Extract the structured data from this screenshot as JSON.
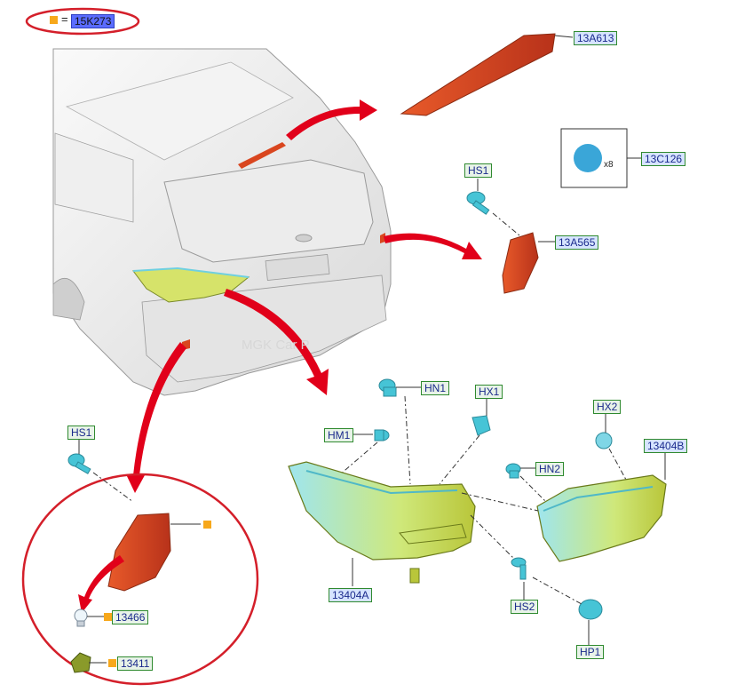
{
  "legend": {
    "equals": "=",
    "code": "15K273",
    "marker_color": "#f7a81b"
  },
  "callouts": {
    "c13A613": "13A613",
    "c13C126": "13C126",
    "qty": "x8",
    "cHS1_top": "HS1",
    "c13A565": "13A565",
    "cHN1": "HN1",
    "cHX1": "HX1",
    "cHM1": "HM1",
    "cHX2": "HX2",
    "c13404B": "13404B",
    "cHN2": "HN2",
    "cHS1_left": "HS1",
    "c13404A": "13404A",
    "cHS2": "HS2",
    "cHP1": "HP1",
    "c13466": "13466",
    "c13411": "13411"
  },
  "watermark": "MGK Car P",
  "colors": {
    "highlight_red": "#e1001a",
    "part_red": "#d9461f",
    "lamp_yellow": "#d8dc3a",
    "lamp_cyan": "#7fd6e6",
    "fastener_cyan": "#46c4d6",
    "cap_blue": "#3aa6d8"
  }
}
